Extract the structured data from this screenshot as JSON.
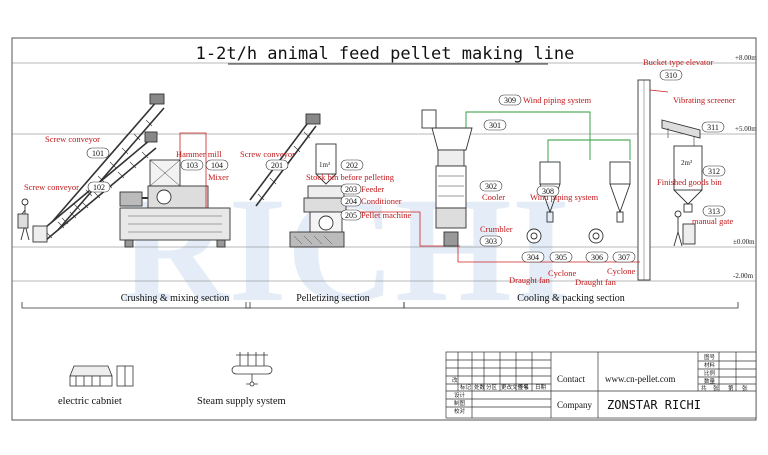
{
  "title": "1-2t/h animal feed pellet making line",
  "levels": [
    "+8.00m",
    "+5.00m",
    "±0.00m",
    "-2.00m"
  ],
  "sections": [
    "Crushing & mixing section",
    "Pelletizing section",
    "Cooling & packing section"
  ],
  "labels": {
    "screw_conveyor_a": "Screw conveyor",
    "screw_conveyor_b": "Screw conveyor",
    "screw_conveyor_c": "Screw conveyor",
    "hammer_mill": "Hammer mill",
    "mixer": "Mixer",
    "stock_bin": "Stock bin before pelleting",
    "feeder": "Feeder",
    "conditioner": "Conditioner",
    "pellet_machine": "Pellet machine",
    "bin_volume_1": "1m³",
    "wind_piping_1": "Wind piping system",
    "wind_piping_2": "Wind piping system",
    "cooler": "Cooler",
    "crumbler": "Crumbler",
    "draught_fan_1": "Draught fan",
    "draught_fan_2": "Draught fan",
    "cyclone_1": "Cyclone",
    "cyclone_2": "Cyclone",
    "bucket_elevator": "Bucket type elevator",
    "vibrating_screener": "Vibrating screener",
    "finished_bin": "Finished goods bin",
    "bin_volume_2": "2m³",
    "manual_gate": "manual gate"
  },
  "tags": {
    "t101": "101",
    "t102": "102",
    "t103": "103",
    "t104": "104",
    "t201": "201",
    "t202": "202",
    "t203": "203",
    "t204": "204",
    "t205": "205",
    "t301": "301",
    "t302": "302",
    "t303": "303",
    "t304": "304",
    "t305": "305",
    "t306": "306",
    "t307": "307",
    "t308": "308",
    "t309": "309",
    "t310": "310",
    "t311": "311",
    "t312": "312",
    "t313": "313"
  },
  "legend": {
    "electric_cabinet": "electric cabniet",
    "steam_supply": "Steam supply system"
  },
  "titleblock": {
    "contact_label": "Contact",
    "contact_value": "www.cn-pellet.com",
    "company_label": "Company",
    "company_value": "ZONSTAR RICHI",
    "small_left": [
      "标记",
      "处数",
      "分区",
      "更改文件号",
      "签名",
      "日期"
    ],
    "small_rows": [
      "设计",
      "制图",
      "校对"
    ],
    "small_right": [
      "图号",
      "材料",
      "比例",
      "数量",
      "共",
      "张",
      "第",
      "张"
    ],
    "revision_mark": "改"
  },
  "colors": {
    "label_red": "#c0181a",
    "pipe_red": "#cc2222",
    "pipe_green": "#2a9a3a",
    "line": "#333333"
  }
}
